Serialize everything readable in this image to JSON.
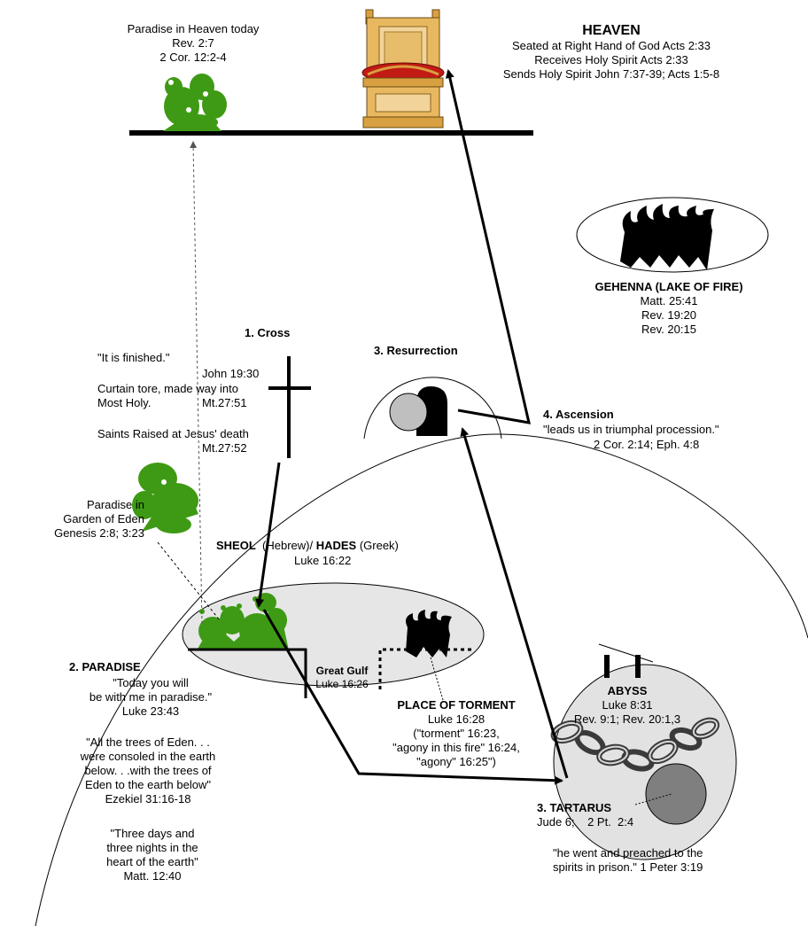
{
  "heaven": {
    "paradise_heaven": [
      "Paradise in Heaven today",
      "Rev. 2:7",
      "2 Cor. 12:2-4"
    ],
    "title": "HEAVEN",
    "lines": [
      "Seated at Right Hand of God Acts 2:33",
      "Receives Holy Spirit  Acts 2:33",
      "Sends Holy Spirit John 7:37-39; Acts 1:5-8"
    ]
  },
  "gehenna": {
    "title": "GEHENNA (LAKE OF FIRE)",
    "refs": [
      "Matt. 25:41",
      "Rev. 19:20",
      "Rev. 20:15"
    ]
  },
  "cross": {
    "title": "1. Cross",
    "finished": "\"It is finished.\"",
    "john": "John 19:30",
    "curtain1": "Curtain tore, made way into",
    "curtain2": "Most Holy.",
    "curtain_ref": "Mt.27:51",
    "saints": "Saints Raised at Jesus' death",
    "saints_ref": "Mt.27:52"
  },
  "resurrection": {
    "title": "3.  Resurrection"
  },
  "ascension": {
    "title": "4.  Ascension",
    "quote": "\"leads us in triumphal procession.\"",
    "refs": "2 Cor. 2:14; Eph. 4:8"
  },
  "eden": {
    "lines": [
      "Paradise in",
      "Garden of Eden",
      "Genesis 2:8; 3:23"
    ]
  },
  "sheol": {
    "sheol": "SHEOL",
    "hebrew": "  (Hebrew)/ ",
    "hades": "HADES",
    "greek": " (Greek)",
    "ref": "Luke 16:22"
  },
  "paradise": {
    "title": "2. PARADISE",
    "q1": [
      "\"Today you will",
      "be with me in paradise.\"",
      "Luke 23:43"
    ],
    "q2": [
      "\"All the trees of Eden. . .",
      "were consoled in the earth",
      "below. . .with the trees of",
      "Eden to the earth below\"",
      "Ezekiel 31:16-18"
    ],
    "q3": [
      "\"Three days and",
      "three nights in the",
      "heart of the earth\"",
      "Matt. 12:40"
    ]
  },
  "gulf": {
    "title": "Great Gulf",
    "ref": "Luke 16:26"
  },
  "torment": {
    "title": "PLACE OF TORMENT",
    "lines": [
      "Luke 16:28",
      "(\"torment\" 16:23,",
      "\"agony in this fire\" 16:24,",
      "\"agony\" 16:25\")"
    ]
  },
  "abyss": {
    "title": "ABYSS",
    "refs": [
      "Luke 8:31",
      "Rev. 9:1; Rev. 20:1,3"
    ]
  },
  "tartarus": {
    "title": "3. TARTARUS",
    "refs": "Jude 6;    2 Pt.  2:4",
    "quote": [
      "\"he went and preached to the",
      "spirits in prison.\"  1 Peter 3:19"
    ]
  },
  "colors": {
    "tree_green": "#3e9a14",
    "sheol_gray": "#e6e6e6",
    "abyss_gray": "#e2e2e2",
    "stone_gray": "#bfbfbf",
    "throne_gold": "#e8b860",
    "cushion_red": "#c21a14"
  },
  "icons": [
    "throne-icon",
    "tree-icon",
    "fire-icon",
    "cross-icon",
    "tomb-icon",
    "chain-icon",
    "boulder-icon"
  ]
}
